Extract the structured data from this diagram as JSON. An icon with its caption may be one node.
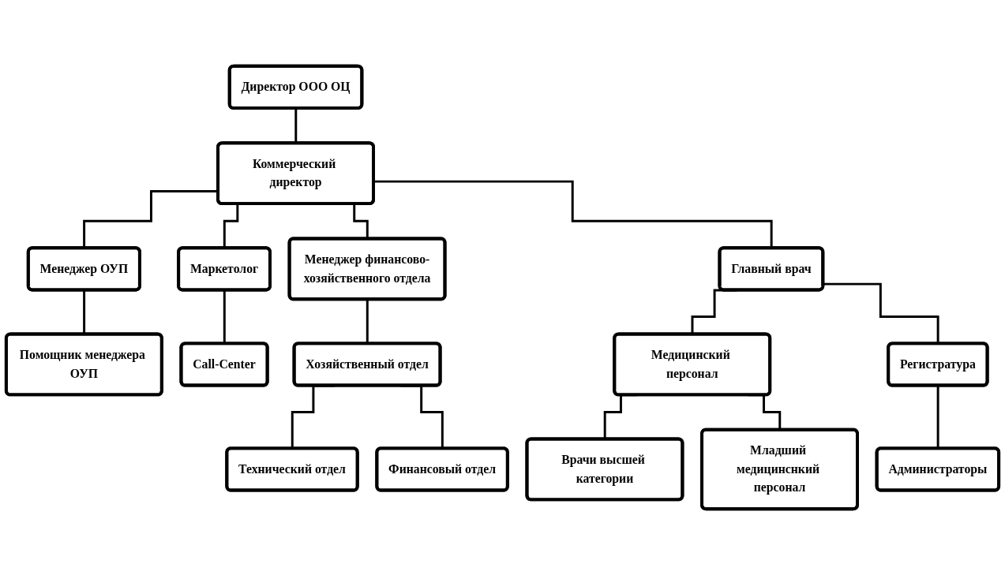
{
  "diagram": {
    "nodes": [
      {
        "text": [
          "Директор ООО ОЦ"
        ]
      },
      {
        "text": [
          "Коммерческий директор"
        ]
      },
      {
        "text": [
          "Менеджер ОУП"
        ]
      },
      {
        "text": [
          "Маркетолог"
        ]
      },
      {
        "text": [
          "Менеджер финансово-хозяйственного отдела"
        ]
      },
      {
        "text": [
          "Главный врач"
        ]
      },
      {
        "text": [
          "Помощник менеджера ОУП"
        ]
      },
      {
        "text": [
          "Call-Center"
        ]
      },
      {
        "text": [
          "Хозяйственный отдел"
        ]
      },
      {
        "text": [
          "Технический отдел"
        ]
      },
      {
        "text": [
          "Финансовый отдел"
        ]
      },
      {
        "text": [
          "Медицинский персонал"
        ]
      },
      {
        "text": [
          "Врачи высшей категории"
        ]
      },
      {
        "text": [
          "Младший медицинснкий персонал"
        ]
      },
      {
        "text": [
          "Регистратура"
        ]
      },
      {
        "text": [
          "Администраторы"
        ]
      }
    ],
    "edges": [
      {
        "from": 0,
        "to": 1,
        "arrow": "none"
      },
      {
        "from": 1,
        "to": 2,
        "arrow": "none"
      },
      {
        "from": 1,
        "to": 3,
        "arrow": "none"
      },
      {
        "from": 1,
        "to": 4,
        "arrow": "none"
      },
      {
        "from": 1,
        "to": 5,
        "arrow": "none"
      },
      {
        "from": 2,
        "to": 6,
        "arrow": "none"
      },
      {
        "from": 3,
        "to": 7,
        "arrow": "none"
      },
      {
        "from": 4,
        "to": 8,
        "arrow": "none"
      },
      {
        "from": 5,
        "to": 11,
        "arrow": "none"
      },
      {
        "from": 5,
        "to": 14,
        "arrow": "none"
      },
      {
        "from": 8,
        "to": 9,
        "arrow": "none"
      },
      {
        "from": 8,
        "to": 10,
        "arrow": "none"
      },
      {
        "from": 11,
        "to": 12,
        "arrow": "none"
      },
      {
        "from": 11,
        "to": 13,
        "arrow": "none"
      },
      {
        "from": 14,
        "to": 15,
        "arrow": "none"
      }
    ]
  }
}
